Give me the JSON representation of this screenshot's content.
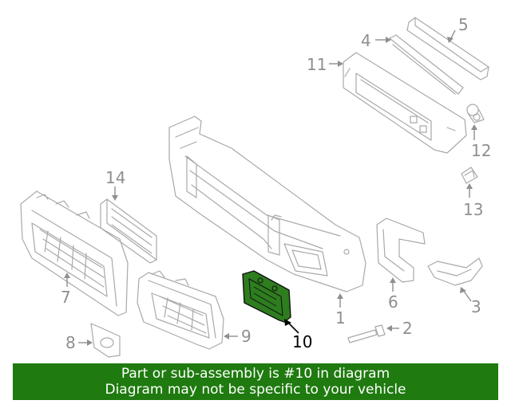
{
  "diagram": {
    "highlight_color": "#2e7d1f",
    "parts": [
      {
        "id": "1",
        "label": "1"
      },
      {
        "id": "2",
        "label": "2"
      },
      {
        "id": "3",
        "label": "3"
      },
      {
        "id": "4",
        "label": "4"
      },
      {
        "id": "5",
        "label": "5"
      },
      {
        "id": "6",
        "label": "6"
      },
      {
        "id": "7",
        "label": "7"
      },
      {
        "id": "8",
        "label": "8"
      },
      {
        "id": "9",
        "label": "9"
      },
      {
        "id": "10",
        "label": "10",
        "highlighted": true
      },
      {
        "id": "11",
        "label": "11"
      },
      {
        "id": "12",
        "label": "12"
      },
      {
        "id": "13",
        "label": "13"
      },
      {
        "id": "14",
        "label": "14"
      }
    ]
  },
  "banner": {
    "background": "#1f7a0f",
    "line1": "Part or sub-assembly is #10 in diagram",
    "line2": "Diagram may not be specific to your vehicle"
  }
}
